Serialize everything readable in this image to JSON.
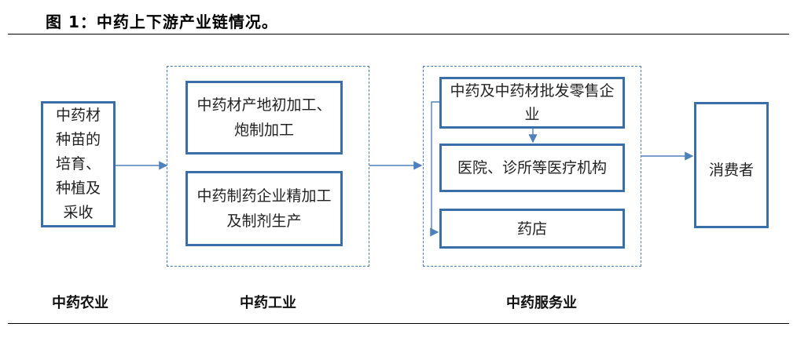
{
  "figure_title": "图 1：中药上下游产业链情况。",
  "boxes": {
    "agri": "中药材种苗的培育、种植及采收",
    "industry_1": "中药材产地初加工、炮制加工",
    "industry_2": "中药制药企业精加工及制剂生产",
    "service_1": "中药及中药材批发零售企业",
    "service_2": "医院、诊所等医疗机构",
    "service_3": "药店",
    "consumer": "消费者"
  },
  "captions": {
    "agri": "中药农业",
    "industry": "中药工业",
    "service": "中药服务业"
  },
  "colors": {
    "box_border": "#3a6ea8",
    "arrow": "#4f81bd",
    "group_border": "#4f7fb8"
  }
}
